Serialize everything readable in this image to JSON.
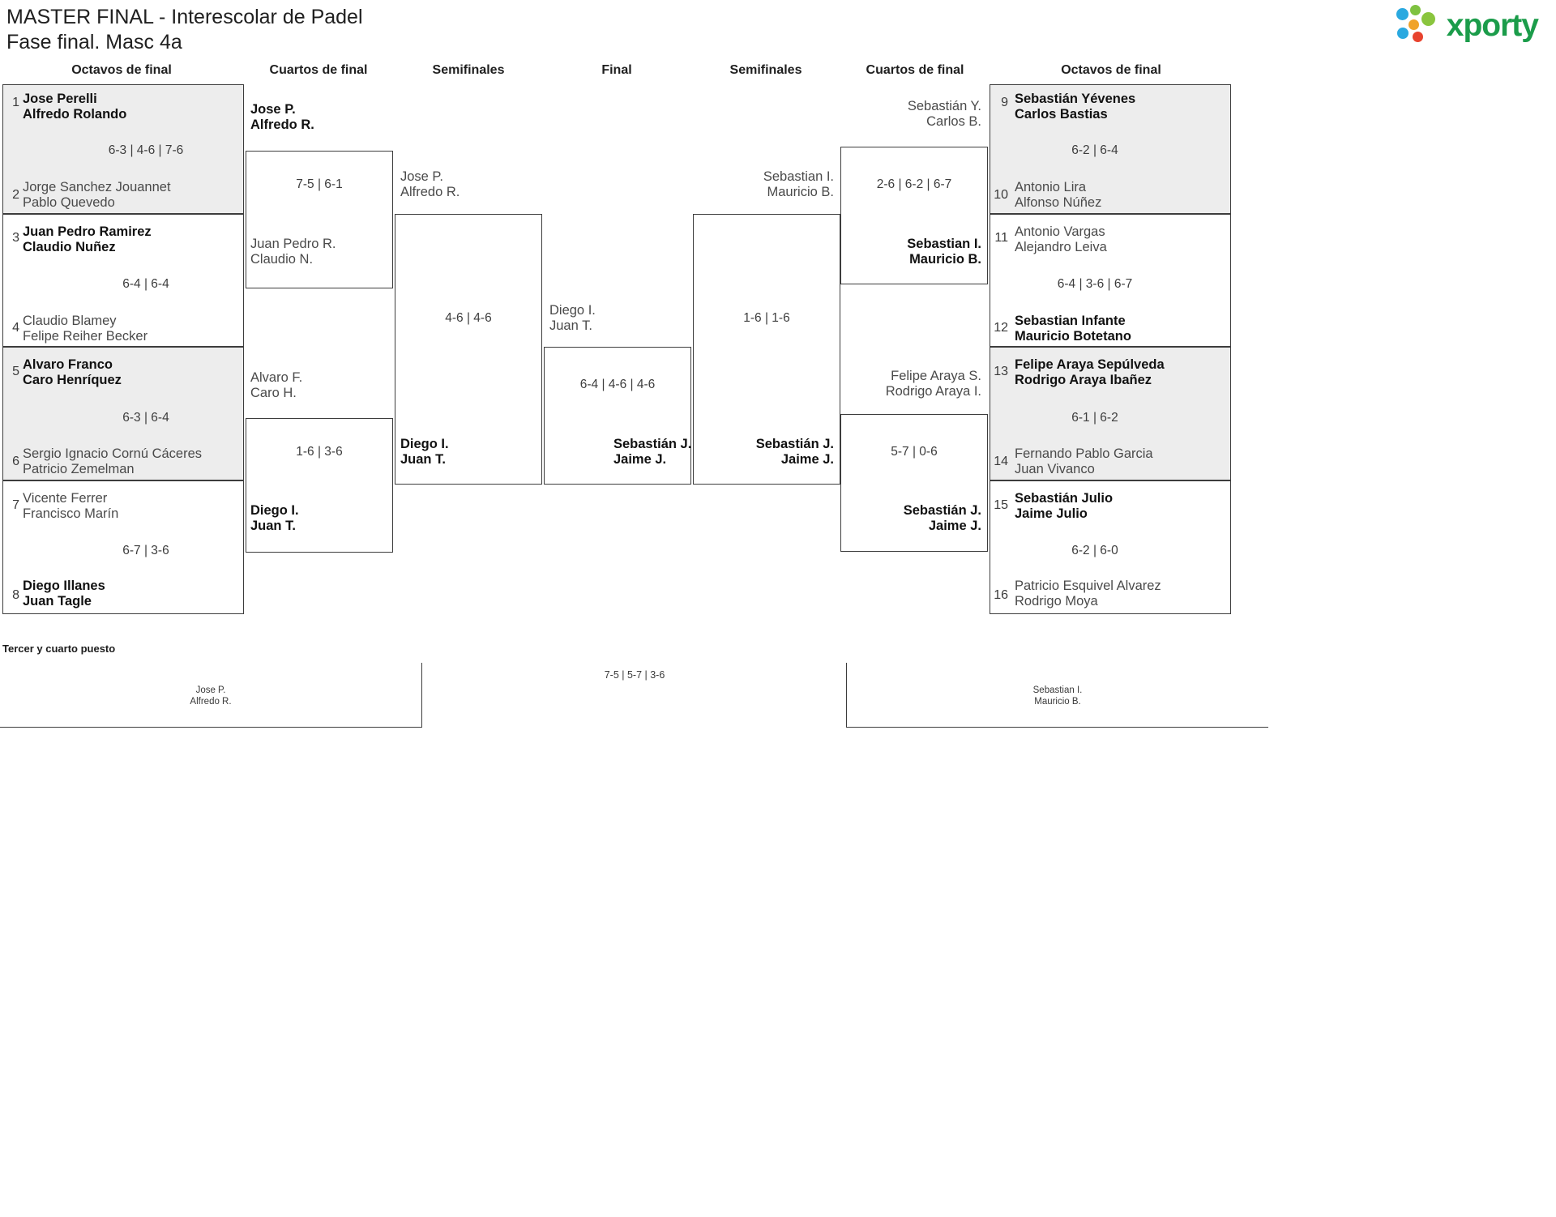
{
  "header": {
    "title_line1": "MASTER FINAL - Interescolar de Padel",
    "title_line2": "Fase final. Masc 4a",
    "logo_text": "xporty"
  },
  "round_headers": {
    "l_octavos": "Octavos de final",
    "l_cuartos": "Cuartos de final",
    "l_semis": "Semifinales",
    "final": "Final",
    "r_semis": "Semifinales",
    "r_cuartos": "Cuartos de final",
    "r_octavos": "Octavos de final"
  },
  "bracket": {
    "left_octavos": [
      {
        "seed": "1",
        "p1": "Jose Perelli",
        "p2": "Alfredo Rolando",
        "winner": true,
        "score": "6-3 | 4-6 | 7-6"
      },
      {
        "seed": "2",
        "p1": "Jorge Sanchez Jouannet",
        "p2": "Pablo Quevedo",
        "winner": false
      },
      {
        "seed": "3",
        "p1": "Juan Pedro Ramirez",
        "p2": "Claudio Nuñez",
        "winner": true,
        "score": "6-4 | 6-4"
      },
      {
        "seed": "4",
        "p1": "Claudio Blamey",
        "p2": "Felipe Reiher Becker",
        "winner": false
      },
      {
        "seed": "5",
        "p1": "Alvaro Franco",
        "p2": "Caro Henríquez",
        "winner": true,
        "score": "6-3 | 6-4"
      },
      {
        "seed": "6",
        "p1": "Sergio Ignacio Cornú Cáceres",
        "p2": "Patricio Zemelman",
        "winner": false
      },
      {
        "seed": "7",
        "p1": "Vicente Ferrer",
        "p2": "Francisco Marín",
        "winner": false,
        "score": "6-7 | 3-6"
      },
      {
        "seed": "8",
        "p1": "Diego Illanes",
        "p2": "Juan Tagle",
        "winner": true
      }
    ],
    "left_cuartos": [
      {
        "p1": "Jose P.",
        "p2": "Alfredo R.",
        "winner": true,
        "score": "7-5 | 6-1"
      },
      {
        "p1": "Juan Pedro R.",
        "p2": "Claudio N.",
        "winner": false
      },
      {
        "p1": "Alvaro F.",
        "p2": "Caro H.",
        "winner": false,
        "score": "1-6 | 3-6"
      },
      {
        "p1": "Diego I.",
        "p2": "Juan T.",
        "winner": true
      }
    ],
    "left_semis": [
      {
        "p1": "Jose P.",
        "p2": "Alfredo R.",
        "winner": false,
        "score": "4-6 | 4-6"
      },
      {
        "p1": "Diego I.",
        "p2": "Juan T.",
        "winner": true
      }
    ],
    "final": [
      {
        "p1": "Diego I.",
        "p2": "Juan T.",
        "winner": false,
        "score": "6-4 | 4-6 | 4-6"
      },
      {
        "p1": "Sebastián J.",
        "p2": "Jaime J.",
        "winner": true
      }
    ],
    "right_semis": [
      {
        "p1": "Sebastian I.",
        "p2": "Mauricio B.",
        "winner": false,
        "score": "1-6 | 1-6"
      },
      {
        "p1": "Sebastián J.",
        "p2": "Jaime J.",
        "winner": true
      }
    ],
    "right_cuartos": [
      {
        "p1": "Sebastián Y.",
        "p2": "Carlos B.",
        "winner": false,
        "score": "2-6 | 6-2 | 6-7"
      },
      {
        "p1": "Sebastian I.",
        "p2": "Mauricio B.",
        "winner": true
      },
      {
        "p1": "Felipe Araya S.",
        "p2": "Rodrigo Araya I.",
        "winner": false,
        "score": "5-7 | 0-6"
      },
      {
        "p1": "Sebastián J.",
        "p2": "Jaime J.",
        "winner": true
      }
    ],
    "right_octavos": [
      {
        "seed": "9",
        "p1": "Sebastián Yévenes",
        "p2": "Carlos Bastias",
        "winner": true,
        "score": "6-2 | 6-4"
      },
      {
        "seed": "10",
        "p1": "Antonio Lira",
        "p2": "Alfonso Núñez",
        "winner": false
      },
      {
        "seed": "11",
        "p1": "Antonio Vargas",
        "p2": "Alejandro Leiva",
        "winner": false,
        "score": "6-4 | 3-6 | 6-7"
      },
      {
        "seed": "12",
        "p1": "Sebastian Infante",
        "p2": "Mauricio Botetano",
        "winner": true
      },
      {
        "seed": "13",
        "p1": "Felipe Araya Sepúlveda",
        "p2": "Rodrigo Araya Ibañez",
        "winner": true,
        "score": "6-1 | 6-2"
      },
      {
        "seed": "14",
        "p1": "Fernando Pablo Garcia",
        "p2": "Juan Vivanco",
        "winner": false
      },
      {
        "seed": "15",
        "p1": "Sebastián Julio",
        "p2": "Jaime Julio",
        "winner": true,
        "score": "6-2 | 6-0"
      },
      {
        "seed": "16",
        "p1": "Patricio Esquivel Alvarez",
        "p2": "Rodrigo Moya",
        "winner": false
      }
    ]
  },
  "third_place": {
    "label": "Tercer y cuarto puesto",
    "left_team": {
      "p1": "Jose P.",
      "p2": "Alfredo R."
    },
    "right_team": {
      "p1": "Sebastian I.",
      "p2": "Mauricio B."
    },
    "score": "7-5 | 5-7 | 3-6"
  }
}
